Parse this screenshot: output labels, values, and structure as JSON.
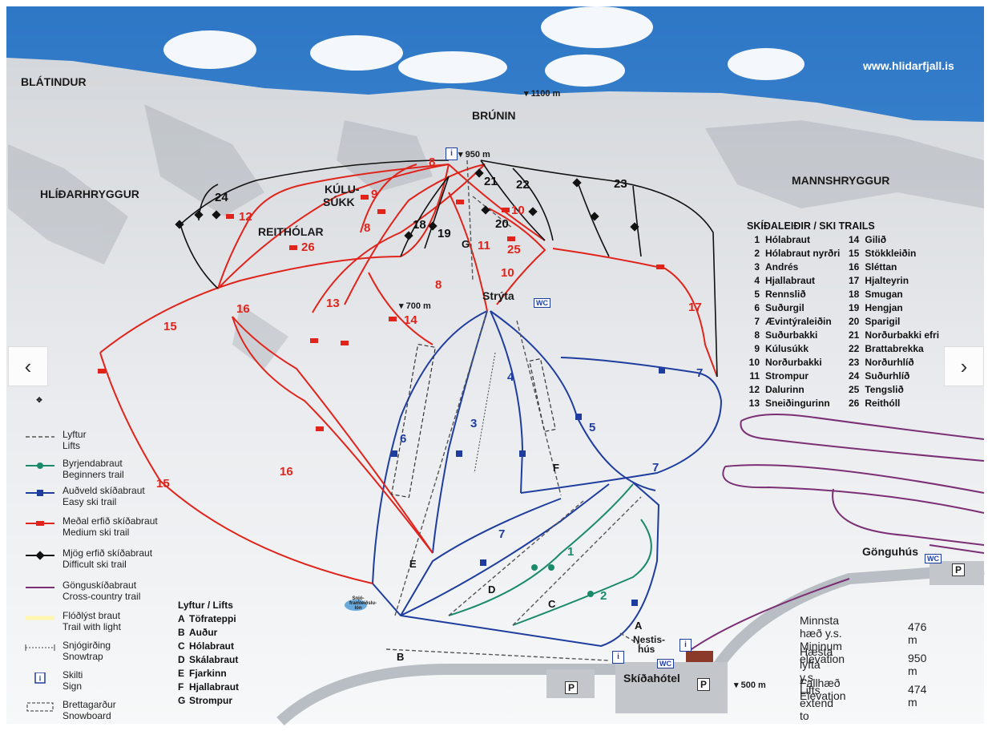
{
  "site_url": "www.hlidarfjall.is",
  "elevation_marks": {
    "top": "1100 m",
    "sign_950": "950 m",
    "mid": "700 m",
    "base": "500 m"
  },
  "ridges": {
    "blatindur": "BLÁTINDUR",
    "brunin": "BRÚNIN",
    "hlidarhryggur": "HLÍÐARHRYGGUR",
    "mannshryggur": "MANNSHRYGGUR",
    "kulusukk_1": "KÚLU-",
    "kulusukk_2": "SÚKK",
    "reitholar": "REITHÓLAR"
  },
  "places": {
    "stryta": "Strýta",
    "gonguhus": "Gönguhús",
    "nestishus_1": "Nestis-",
    "nestishus_2": "hús",
    "skidahotel": "Skíðahótel",
    "snow_school": "Snjó-framleiðslu-lón"
  },
  "ski_trails": {
    "title": "SKÍÐALEIÐIR / SKI TRAILS",
    "items": [
      {
        "n": "1",
        "name": "Hólabraut"
      },
      {
        "n": "2",
        "name": "Hólabraut nyrðri"
      },
      {
        "n": "3",
        "name": "Andrés"
      },
      {
        "n": "4",
        "name": "Hjallabraut"
      },
      {
        "n": "5",
        "name": "Rennslið"
      },
      {
        "n": "6",
        "name": "Suðurgil"
      },
      {
        "n": "7",
        "name": "Ævintýraleiðin"
      },
      {
        "n": "8",
        "name": "Suðurbakki"
      },
      {
        "n": "9",
        "name": "Kúlusúkk"
      },
      {
        "n": "10",
        "name": "Norðurbakki"
      },
      {
        "n": "11",
        "name": "Strompur"
      },
      {
        "n": "12",
        "name": "Dalurinn"
      },
      {
        "n": "13",
        "name": "Sneiðingurinn"
      },
      {
        "n": "14",
        "name": "Gilið"
      },
      {
        "n": "15",
        "name": "Stökkleiðin"
      },
      {
        "n": "16",
        "name": "Sléttan"
      },
      {
        "n": "17",
        "name": "Hjalteyrin"
      },
      {
        "n": "18",
        "name": "Smugan"
      },
      {
        "n": "19",
        "name": "Hengjan"
      },
      {
        "n": "20",
        "name": "Sparigil"
      },
      {
        "n": "21",
        "name": "Norðurbakki efri"
      },
      {
        "n": "22",
        "name": "Brattabrekka"
      },
      {
        "n": "23",
        "name": "Norðurhlíð"
      },
      {
        "n": "24",
        "name": "Suðurhlíð"
      },
      {
        "n": "25",
        "name": "Tengslið"
      },
      {
        "n": "26",
        "name": "Reithóll"
      }
    ]
  },
  "legend": [
    {
      "id": "lifts",
      "line1": "Lyftur",
      "line2": "Lifts"
    },
    {
      "id": "beginner",
      "line1": "Byrjendabraut",
      "line2": "Beginners trail"
    },
    {
      "id": "easy",
      "line1": "Auðveld skíðabraut",
      "line2": "Easy ski trail"
    },
    {
      "id": "medium",
      "line1": "Meðal erfið skíðabraut",
      "line2": "Medium ski trail"
    },
    {
      "id": "difficult",
      "line1": "Mjög erfið skíðabraut",
      "line2": "Difficult ski trail"
    },
    {
      "id": "crosscountry",
      "line1": "Gönguskíðabraut",
      "line2": "Cross-country trail"
    },
    {
      "id": "light",
      "line1": "Flóðlýst braut",
      "line2": "Trail with light"
    },
    {
      "id": "snowtrap",
      "line1": "Snjógirðing",
      "line2": "Snowtrap"
    },
    {
      "id": "sign",
      "line1": "Skilti",
      "line2": "Sign"
    },
    {
      "id": "snowboard",
      "line1": "Brettagarður",
      "line2": "Snowboard"
    }
  ],
  "lifts": {
    "title": "Lyftur / Lifts",
    "items": [
      {
        "l": "A",
        "name": "Töfrateppi"
      },
      {
        "l": "B",
        "name": "Auður"
      },
      {
        "l": "C",
        "name": "Hólabraut"
      },
      {
        "l": "D",
        "name": "Skálabraut"
      },
      {
        "l": "E",
        "name": "Fjarkinn"
      },
      {
        "l": "F",
        "name": "Hjallabraut"
      },
      {
        "l": "G",
        "name": "Strompur"
      }
    ]
  },
  "stats": [
    {
      "k1": "Minnsta hæð y.s.",
      "k2": "Mininum elevation",
      "v": "476 m"
    },
    {
      "k1": "Hæsta lyfta y.s",
      "k2": "Lifts extend to",
      "v": "950 m"
    },
    {
      "k1": "Fallhæð",
      "k2": "Elevation",
      "v": "474 m"
    }
  ],
  "parking": "P",
  "wc": "WC",
  "sign_glyph": "i",
  "nav": {
    "prev": "‹",
    "next": "›"
  },
  "colors": {
    "sky": "#3a86cf",
    "red": "#e0241b",
    "blue": "#1f3d9e",
    "black": "#111111",
    "green": "#1b8a6b",
    "road": "#b9bec4"
  }
}
